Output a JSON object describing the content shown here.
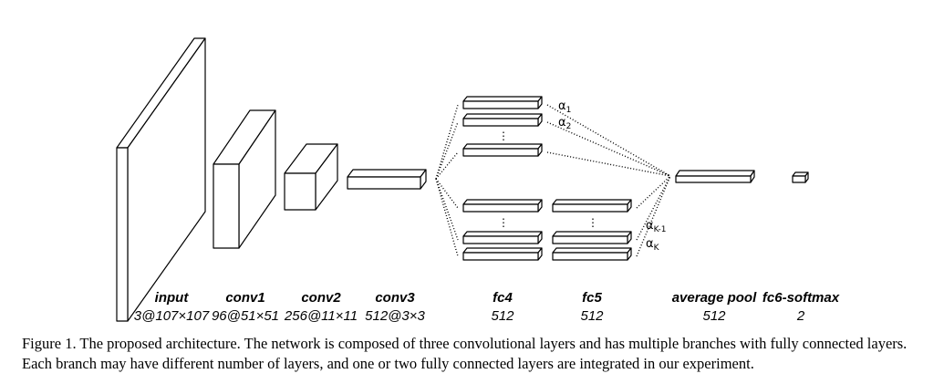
{
  "layers": [
    {
      "name": "input",
      "size": "3@107×107"
    },
    {
      "name": "conv1",
      "size": "96@51×51"
    },
    {
      "name": "conv2",
      "size": "256@11×11"
    },
    {
      "name": "conv3",
      "size": "512@3×3"
    },
    {
      "name": "fc4",
      "size": "512"
    },
    {
      "name": "fc5",
      "size": "512"
    },
    {
      "name": "average pool",
      "size": "512"
    },
    {
      "name": "fc6-softmax",
      "size": "2"
    }
  ],
  "alphas": [
    {
      "symbol": "α",
      "sub": "1"
    },
    {
      "symbol": "α",
      "sub": "2"
    },
    {
      "symbol": "α",
      "sub": "K-1"
    },
    {
      "symbol": "α",
      "sub": "K"
    }
  ],
  "ellipsis": "⋮",
  "caption": "Figure 1. The proposed architecture. The network is composed of three convolutional layers and has multiple branches with fully connected layers. Each branch may have different number of layers, and one or two fully connected layers are integrated in our experiment."
}
